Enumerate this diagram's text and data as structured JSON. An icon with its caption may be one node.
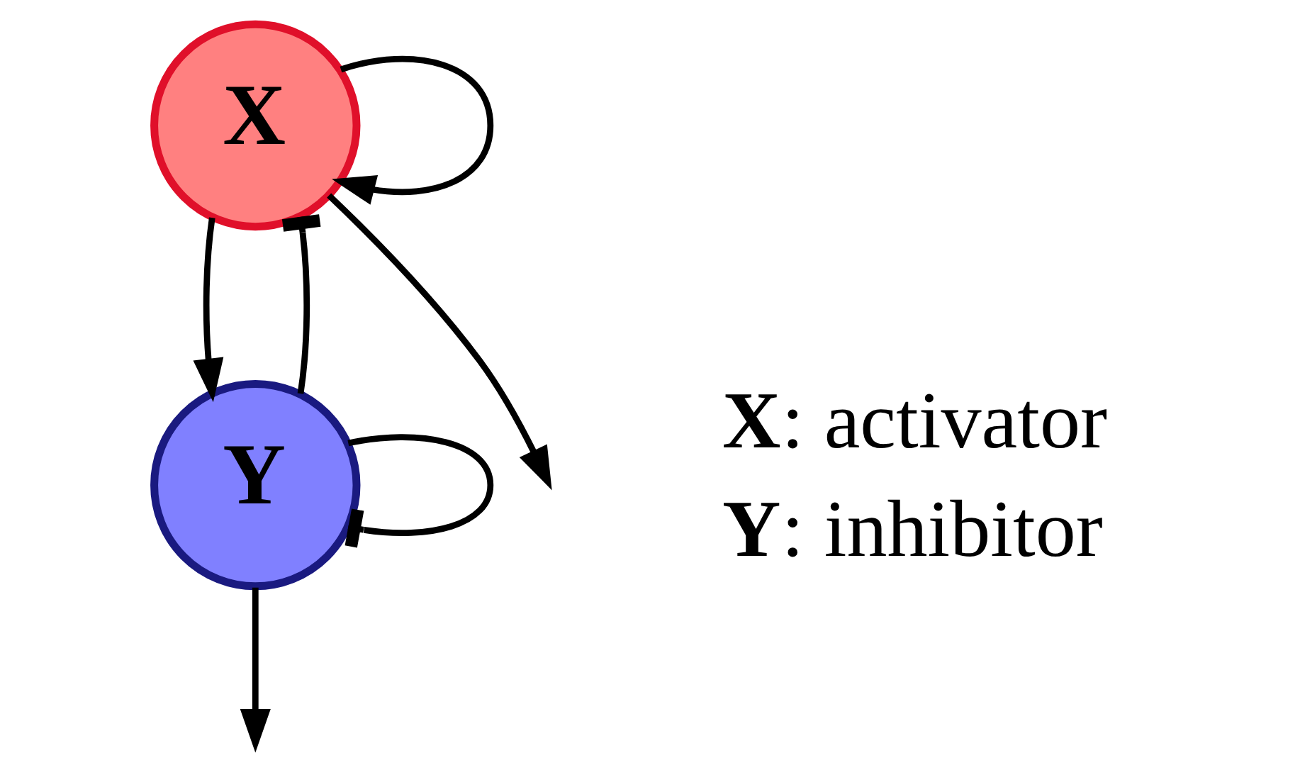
{
  "diagram": {
    "nodes": [
      {
        "text": [
          "X"
        ]
      },
      {
        "text": [
          "Y"
        ]
      }
    ],
    "edges": [
      {
        "from": 0,
        "to": 0,
        "arrow": "to"
      },
      {
        "from": 0,
        "to": null,
        "arrow": "to"
      },
      {
        "from": 1,
        "to": 0,
        "arrow": "other"
      },
      {
        "from": 0,
        "to": 1,
        "arrow": "to"
      },
      {
        "from": 1,
        "to": null,
        "arrow": "to"
      },
      {
        "from": 1,
        "to": 1,
        "arrow": "other"
      }
    ],
    "labels": [
      "**X**: activator",
      "**Y**: inhibitor"
    ]
  }
}
